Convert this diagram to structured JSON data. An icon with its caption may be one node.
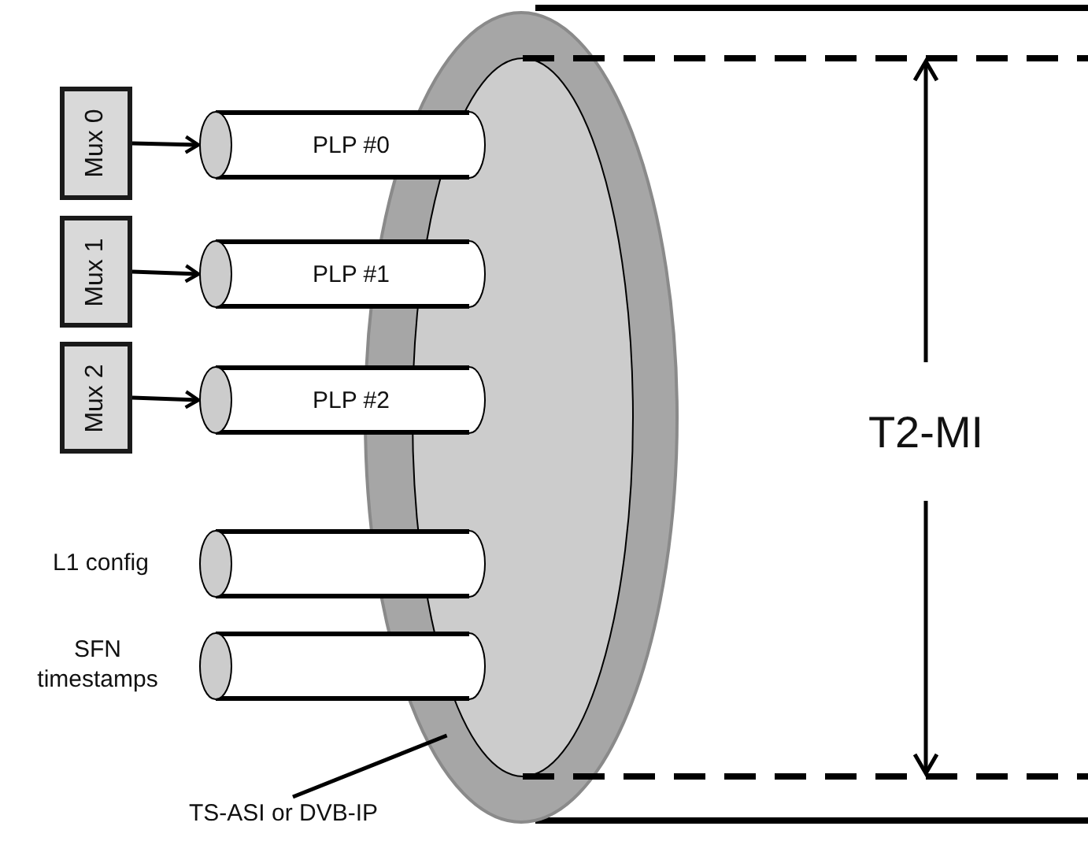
{
  "diagram": {
    "nodes": [
      {
        "text": [
          "Mux 0"
        ]
      },
      {
        "text": [
          "Mux 1"
        ]
      },
      {
        "text": [
          "Mux 2"
        ]
      },
      {
        "text": [
          "PLP #0"
        ]
      },
      {
        "text": [
          "PLP #1"
        ]
      },
      {
        "text": [
          "PLP #2"
        ]
      },
      {
        "text": [],
        "shape": "cylinder",
        "beside": [
          "L1 config"
        ]
      },
      {
        "text": [],
        "shape": "cylinder",
        "beside": [
          "SFN timestamps"
        ]
      },
      {
        "text": [
          "TS-ASI or DVB-IP"
        ]
      },
      {
        "text": [],
        "shape": "circle"
      }
    ],
    "edges": [
      {
        "from": 0,
        "to": 3,
        "arrow": "to"
      },
      {
        "from": 1,
        "to": 4,
        "arrow": "to"
      },
      {
        "from": 2,
        "to": 5,
        "arrow": "to"
      },
      {
        "from": 8,
        "to": 9,
        "arrow": "none"
      }
    ],
    "labels": [
      "T2-MI"
    ]
  }
}
